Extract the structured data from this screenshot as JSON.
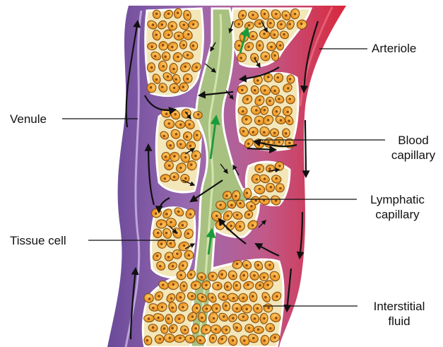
{
  "labels": {
    "arteriole": "Arteriole",
    "venule": "Venule",
    "blood_capillary": [
      "Blood",
      "capillary"
    ],
    "lymphatic_capillary": [
      "Lymphatic",
      "capillary"
    ],
    "tissue_cell": "Tissue cell",
    "interstitial_fluid": [
      "Interstitial",
      "fluid"
    ]
  },
  "colors": {
    "venule": "#7a5aa8",
    "arteriole": "#d4304a",
    "capillary_mid": "#b06aa0",
    "lymphatic": "#a8c080",
    "interstitial": "#f3e6b8",
    "cell": "#f0a02c",
    "cell_outline": "#7a4a10",
    "nucleus": "#8a4a10",
    "flow_arrow": "#111111",
    "lymph_arrow": "#1a9a3a",
    "leader_line": "#111111"
  }
}
